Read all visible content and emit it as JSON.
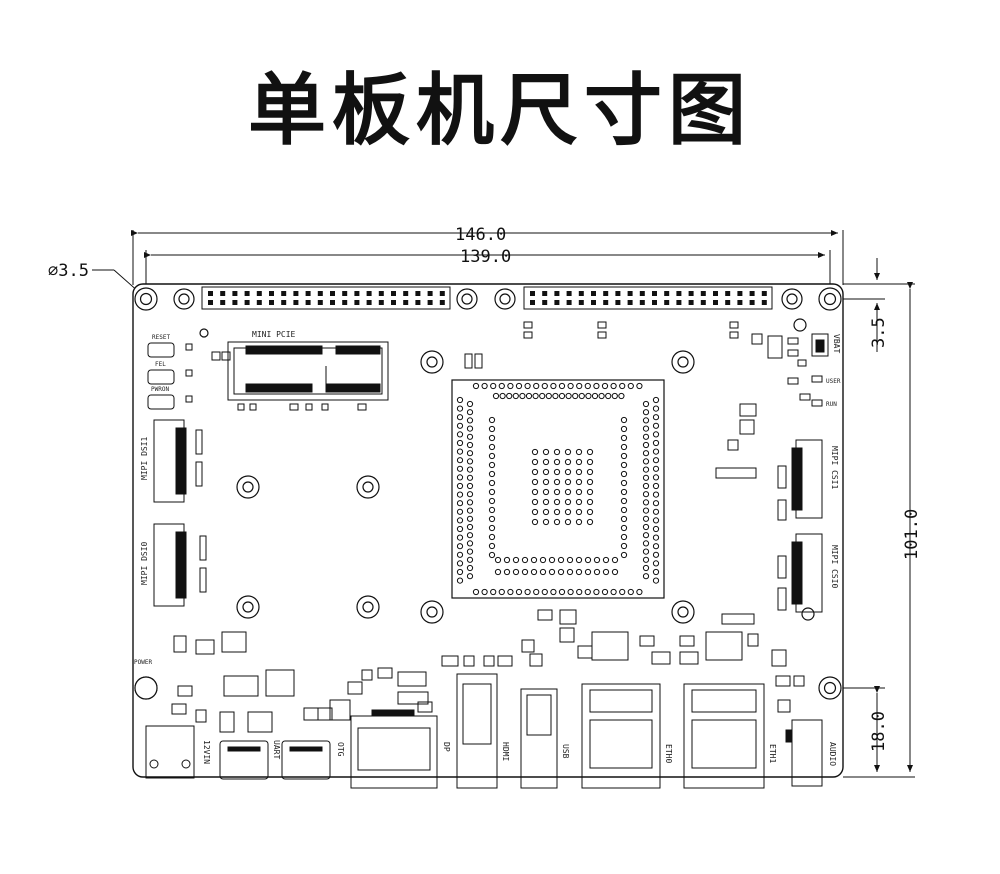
{
  "title": "单板机尺寸图",
  "dimensions": {
    "overall_width": "146.0",
    "hole_spacing": "139.0",
    "hole_diameter": "⌀3.5",
    "top_offset": "3.5",
    "overall_height": "101.0",
    "bottom_offset": "18.0"
  },
  "labels": {
    "reset": "RESET",
    "fel": "FEL",
    "pwron": "PWRON",
    "mini_pcie": "MINI PCIE",
    "mipi_dsi1": "MIPI DSI1",
    "mipi_dsi0": "MIPI DSI0",
    "mipi_csi1": "MIPI CSI1",
    "mipi_csi0": "MIPI CSI0",
    "vbat": "VBAT",
    "user": "USER",
    "run": "RUN",
    "power": "POWER",
    "v12in": "12VIN",
    "uart": "UART",
    "otg": "OTG",
    "dp": "DP",
    "hdmi": "HDMI",
    "usb": "USB",
    "eth0": "ETH0",
    "eth1": "ETH1",
    "audio": "AUDIO"
  }
}
